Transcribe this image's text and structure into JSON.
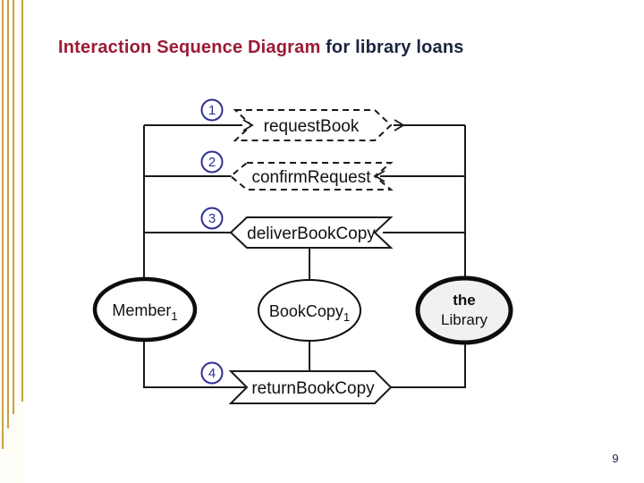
{
  "page": {
    "title_primary": "Interaction Sequence Diagram",
    "title_secondary": "for library loans",
    "page_number": "9"
  },
  "colors": {
    "c-title1": "#9b1b35",
    "c-title2": "#1a2440",
    "c-badge": "#2f3191",
    "c-stripe": "#c9a23e",
    "c-line": "#1a1a1a",
    "c-libfill": "#f1f1f4"
  },
  "diagram": {
    "steps": [
      {
        "number": "1",
        "label": "requestBook",
        "style": "dashed",
        "direction": "right",
        "from": "Member",
        "to": "the Library"
      },
      {
        "number": "2",
        "label": "confirmRequest",
        "style": "dashed",
        "direction": "left",
        "from": "the Library",
        "to": "Member"
      },
      {
        "number": "3",
        "label": "deliverBookCopy",
        "style": "solid",
        "direction": "left",
        "from": "the Library",
        "to": "Member"
      },
      {
        "number": "4",
        "label": "returnBookCopy",
        "style": "solid",
        "direction": "right",
        "from": "Member",
        "to": "the Library"
      }
    ],
    "nodes": {
      "member": {
        "label": "Member",
        "subscript": "1"
      },
      "bookcopy": {
        "label": "BookCopy",
        "subscript": "1"
      },
      "library": {
        "line1": "the",
        "line2": "Library"
      }
    }
  }
}
